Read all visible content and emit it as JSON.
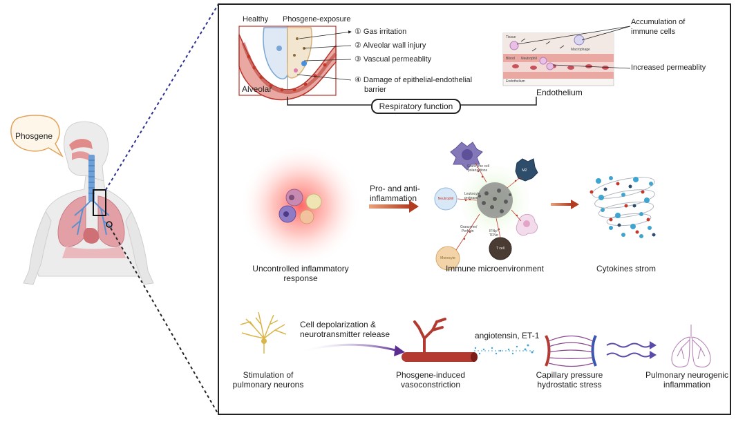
{
  "speech_bubble": "Phosgene",
  "top_panel": {
    "healthy": "Healthy",
    "phosgene_exposure": "Phosgene-exposure",
    "alveolar": "Alveolar",
    "steps": [
      "① Gas irritation",
      "② Alveolar wall injury",
      "③ Vascual permeablity",
      "④ Damage of epithelial-endothelial",
      "barrier"
    ],
    "accumulation_line1": "Accumulation of",
    "accumulation_line2": "immune cells",
    "increased_permeability": "Increased permeablity",
    "endothelium": "Endothelium",
    "respiratory_function": "Respiratory function",
    "tissue": "Tissue",
    "blood": "Blood",
    "endothelium_small": "Endothelium",
    "macrophage": "Macrophage",
    "neutrophil": "Neutrophil"
  },
  "middle_panel": {
    "uncontrolled_line1": "Uncontrolled inflammatory",
    "uncontrolled_line2": "response",
    "arrow1_line1": "Pro- and anti-",
    "arrow1_line2": "inflammation",
    "immune_microenvironment": "Immune microenvironment",
    "cytokines_storm": "Cytokines strom",
    "micro_labels": {
      "granzyme_polarization_1": "Granzyme cell",
      "granzyme_polarization_2": "polarizations",
      "m2": "M2",
      "neutrophil": "Neutrophil",
      "leukocyte_1": "Leukocyte",
      "leukocyte_2": "protease",
      "granzyme_perforin_1": "Granzyme/",
      "granzyme_perforin_2": "Perforin",
      "ifn_1": "IFNγ/",
      "ifn_2": "TFNα",
      "t_cell": "T cell",
      "monocyte": "Monocyte"
    }
  },
  "bottom_panel": {
    "stimulation_line1": "Stimulation of",
    "stimulation_line2": "pulmonary neurons",
    "depolarization_line1": "Cell depolarization &",
    "depolarization_line2": "neurotransmitter release",
    "vasoconstriction_line1": "Phosgene-induced",
    "vasoconstriction_line2": "vasoconstriction",
    "angiotensin": "angiotensin, ET-1",
    "capillary_line1": "Capillary pressure",
    "capillary_line2": "hydrostatic stress",
    "neurogenic_line1": "Pulmonary neurogenic",
    "neurogenic_line2": "inflammation"
  },
  "colors": {
    "vessel_red": "#b5342c",
    "vessel_light": "#e9a8a2",
    "lung_pink": "#e5a3a8",
    "trachea_blue": "#7aa6d6",
    "arrow_orange": "#c9482c",
    "arrow_purple": "#6a3fa0",
    "dash_navy": "#2b2f8f",
    "neuron_yellow": "#d9b54a",
    "bubble_orange": "#e2a25a"
  }
}
